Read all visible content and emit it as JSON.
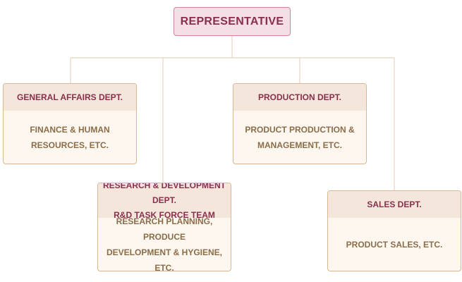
{
  "representative": {
    "label": "REPRESENTATIVE"
  },
  "departments": [
    {
      "title_lines": [
        "GENERAL AFFAIRS DEPT."
      ],
      "body_lines": [
        "FINANCE & HUMAN",
        "RESOURCES, ETC."
      ]
    },
    {
      "title_lines": [
        "PRODUCTION DEPT."
      ],
      "body_lines": [
        "PRODUCT PRODUCTION &",
        "MANAGEMENT, ETC."
      ]
    },
    {
      "title_lines": [
        "RESEARCH & DEVELOPMENT DEPT.",
        "R&D TASK FORCE TEAM"
      ],
      "body_lines": [
        "RESEARCH PLANNING, PRODUCE",
        "DEVELOPMENT & HYGIENE, ETC."
      ]
    },
    {
      "title_lines": [
        "SALES DEPT."
      ],
      "body_lines": [
        "PRODUCT SALES, ETC."
      ]
    }
  ],
  "colors": {
    "accent": "#8a2f4e",
    "body_text": "#8a6d49",
    "connector": "#e8d2c0",
    "rep_fill": "#f5dfe6",
    "header_fill": "#f4e6da",
    "card_fill": "#fdf7f0"
  }
}
